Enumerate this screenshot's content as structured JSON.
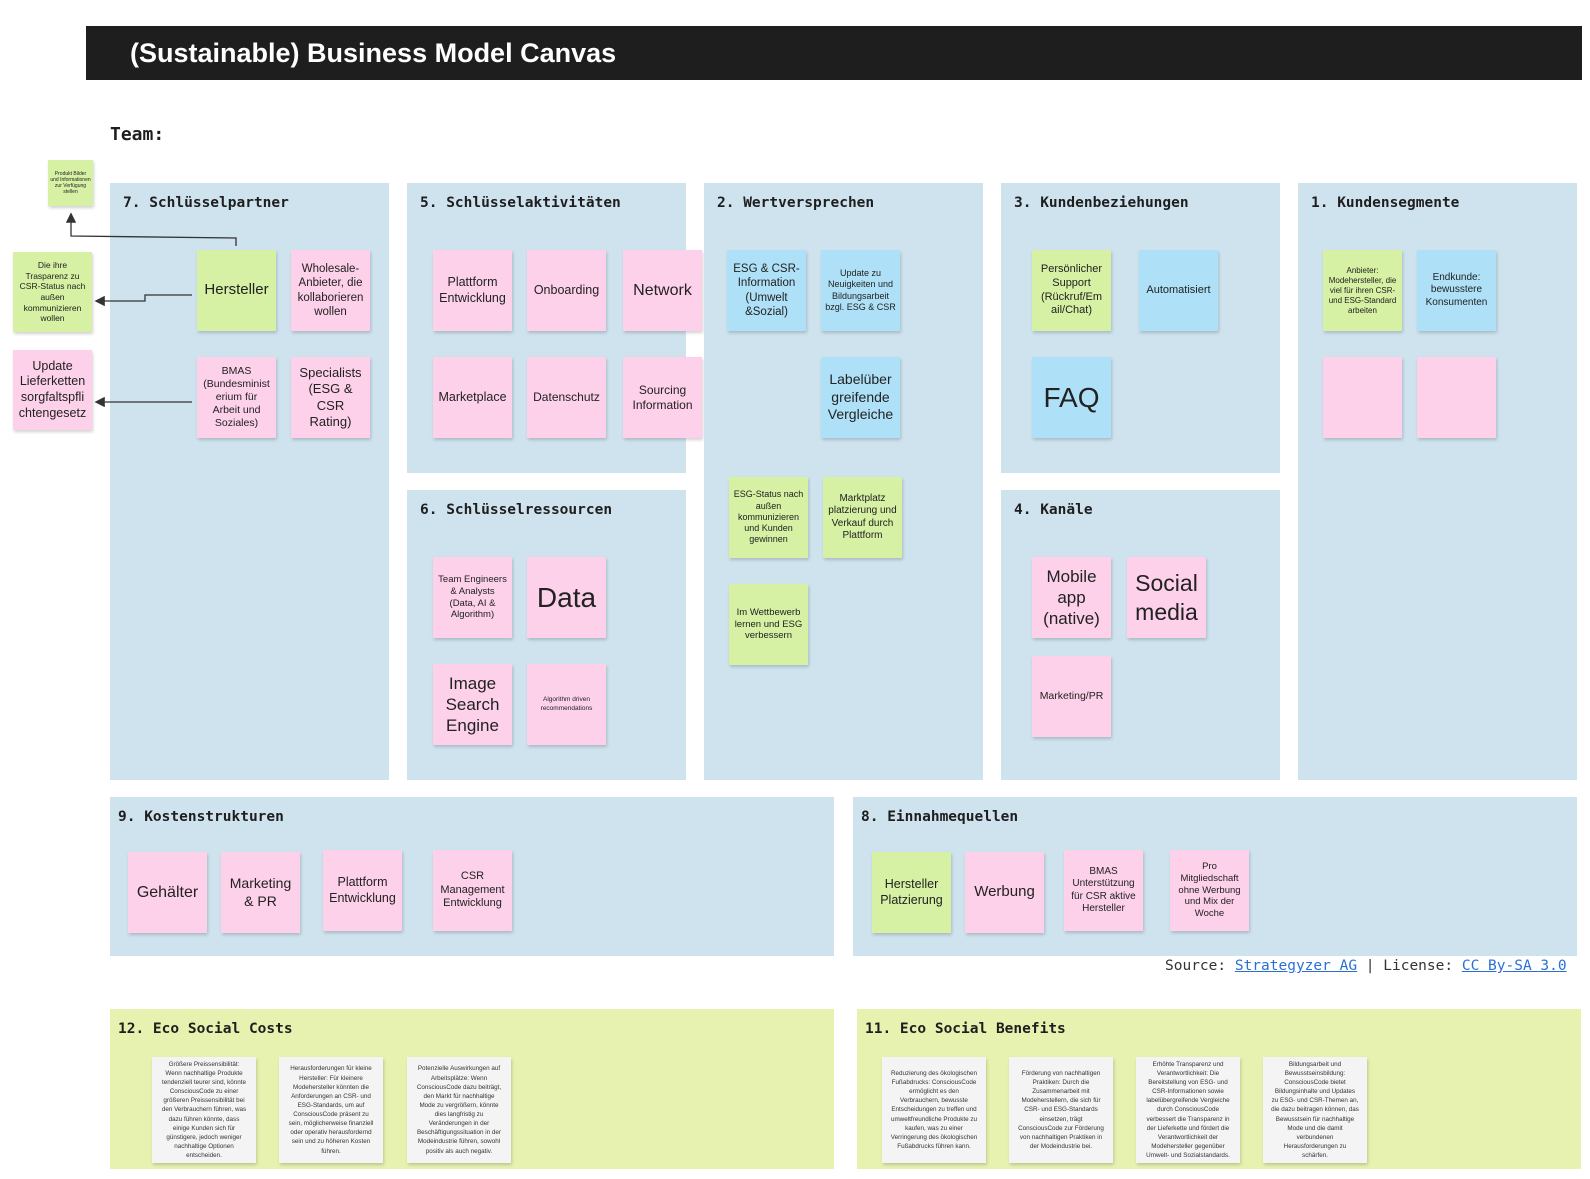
{
  "title": "(Sustainable) Business Model Canvas",
  "team_label": "Team:",
  "colors": {
    "block": "#cfe3ef",
    "eco": "#e8f2b0",
    "pink_note": "#fdd1ea",
    "green_note": "#d6f0a4",
    "blue_note": "#aee1f7",
    "title_bar": "#1e1e1e"
  },
  "side_notes": {
    "produkt": "Produkt Bilder und Informationen zur Verfügung stellen",
    "csr_status": "Die ihre Trasparenz zu CSR-Status nach außen kommunizieren wollen",
    "lieferketten": "Update Lieferketten sorgfaltspfli chtengesetz"
  },
  "blocks": {
    "partner": {
      "title": "7. Schlüsselpartner",
      "notes": [
        "Hersteller",
        "Wholesale-Anbieter, die kollaborieren wollen",
        "BMAS (Bundesminist erium für Arbeit und Soziales)",
        "Specialists (ESG & CSR Rating)"
      ]
    },
    "activities": {
      "title": "5. Schlüsselaktivitäten",
      "notes": [
        "Plattform Entwicklung",
        "Onboarding",
        "Network",
        "Marketplace",
        "Datenschutz",
        "Sourcing Information"
      ]
    },
    "resources": {
      "title": "6. Schlüsselressourcen",
      "notes": [
        "Team Engineers & Analysts (Data, AI & Algorithm)",
        "Data",
        "Image Search Engine",
        "Algorithm driven recommendations"
      ]
    },
    "value": {
      "title": "2. Wertversprechen",
      "notes": [
        "ESG & CSR-Information (Umwelt &Sozial)",
        "Update zu Neuigkeiten und Bildungsarbeit bzgl. ESG & CSR",
        "Labelüber greifende Vergleiche",
        "ESG-Status nach außen kommunizieren und Kunden gewinnen",
        "Marktplatz platzierung und Verkauf durch Plattform",
        "Im Wettbewerb lernen und ESG verbessern"
      ]
    },
    "relations": {
      "title": "3. Kundenbeziehungen",
      "notes": [
        "Persönlicher Support (Rückruf/Em ail/Chat)",
        "Automatisiert",
        "FAQ"
      ]
    },
    "channels": {
      "title": "4. Kanäle",
      "notes": [
        "Mobile app (native)",
        "Social media",
        "Marketing/PR"
      ]
    },
    "segments": {
      "title": "1. Kundensegmente",
      "notes": [
        "Anbieter: Modehersteller, die viel für ihren CSR- und ESG-Standard arbeiten",
        "Endkunde: bewusstere Konsumenten",
        "",
        ""
      ]
    },
    "costs": {
      "title": "9. Kostenstrukturen",
      "notes": [
        "Gehälter",
        "Marketing & PR",
        "Plattform Entwicklung",
        "CSR Management Entwicklung"
      ]
    },
    "revenue": {
      "title": "8. Einnahmequellen",
      "notes": [
        "Hersteller Platzierung",
        "Werbung",
        "BMAS Unterstützung für CSR aktive Hersteller",
        "Pro Mitgliedschaft ohne Werbung und Mix der Woche"
      ]
    },
    "eco_costs": {
      "title": "12. Eco Social Costs",
      "notes": [
        "Größere Preissensibilität: Wenn nachhaltige Produkte tendenziell teurer sind, könnte ConsciousCode zu einer größeren Preissensibilität bei den Verbrauchern führen, was dazu führen könnte, dass einige Kunden sich für günstigere, jedoch weniger nachhaltige Optionen entscheiden.",
        "Herausforderungen für kleine Hersteller: Für kleinere Modehersteller könnten die Anforderungen an CSR- und ESG-Standards, um auf ConsciousCode präsent zu sein, möglicherweise finanziell oder operativ herausfordernd sein und zu höheren Kosten führen.",
        "Potenzielle Auswirkungen auf Arbeitsplätze: Wenn ConsciousCode dazu beiträgt, den Markt für nachhaltige Mode zu vergrößern, könnte dies langfristig zu Veränderungen in der Beschäftigungssituation in der Modeindustrie führen, sowohl positiv als auch negativ."
      ]
    },
    "eco_benefits": {
      "title": "11. Eco Social Benefits",
      "notes": [
        "Reduzierung des ökologischen Fußabdrucks: ConsciousCode ermöglicht es den Verbrauchern, bewusste Entscheidungen zu treffen und umweltfreundliche Produkte zu kaufen, was zu einer Verringerung des ökologischen Fußabdrucks führen kann.",
        "Förderung von nachhaltigen Praktiken: Durch die Zusammenarbeit mit Modeherstellern, die sich für CSR- und ESG-Standards einsetzen, trägt ConsciousCode zur Förderung von nachhaltigen Praktiken in der Modeindustrie bei.",
        "Erhöhte Transparenz und Verantwortlichkeit: Die Bereitstellung von ESG- und CSR-Informationen sowie labelübergreifende Vergleiche durch ConsciousCode verbessert die Transparenz in der Lieferkette und fördert die Verantwortlichkeit der Modehersteller gegenüber Umwelt- und Sozialstandards.",
        "Bildungsarbeit und Bewusstseinsbildung: ConsciousCode bietet Bildungsinhalte und Updates zu ESG- und CSR-Themen an, die dazu beitragen können, das Bewusstsein für nachhaltige Mode und die damit verbundenen Herausforderungen zu schärfen."
      ]
    }
  },
  "source": {
    "prefix": "Source:",
    "source_link": "Strategyzer AG",
    "separator": "| License:",
    "license_link": "CC By-SA 3.0"
  }
}
